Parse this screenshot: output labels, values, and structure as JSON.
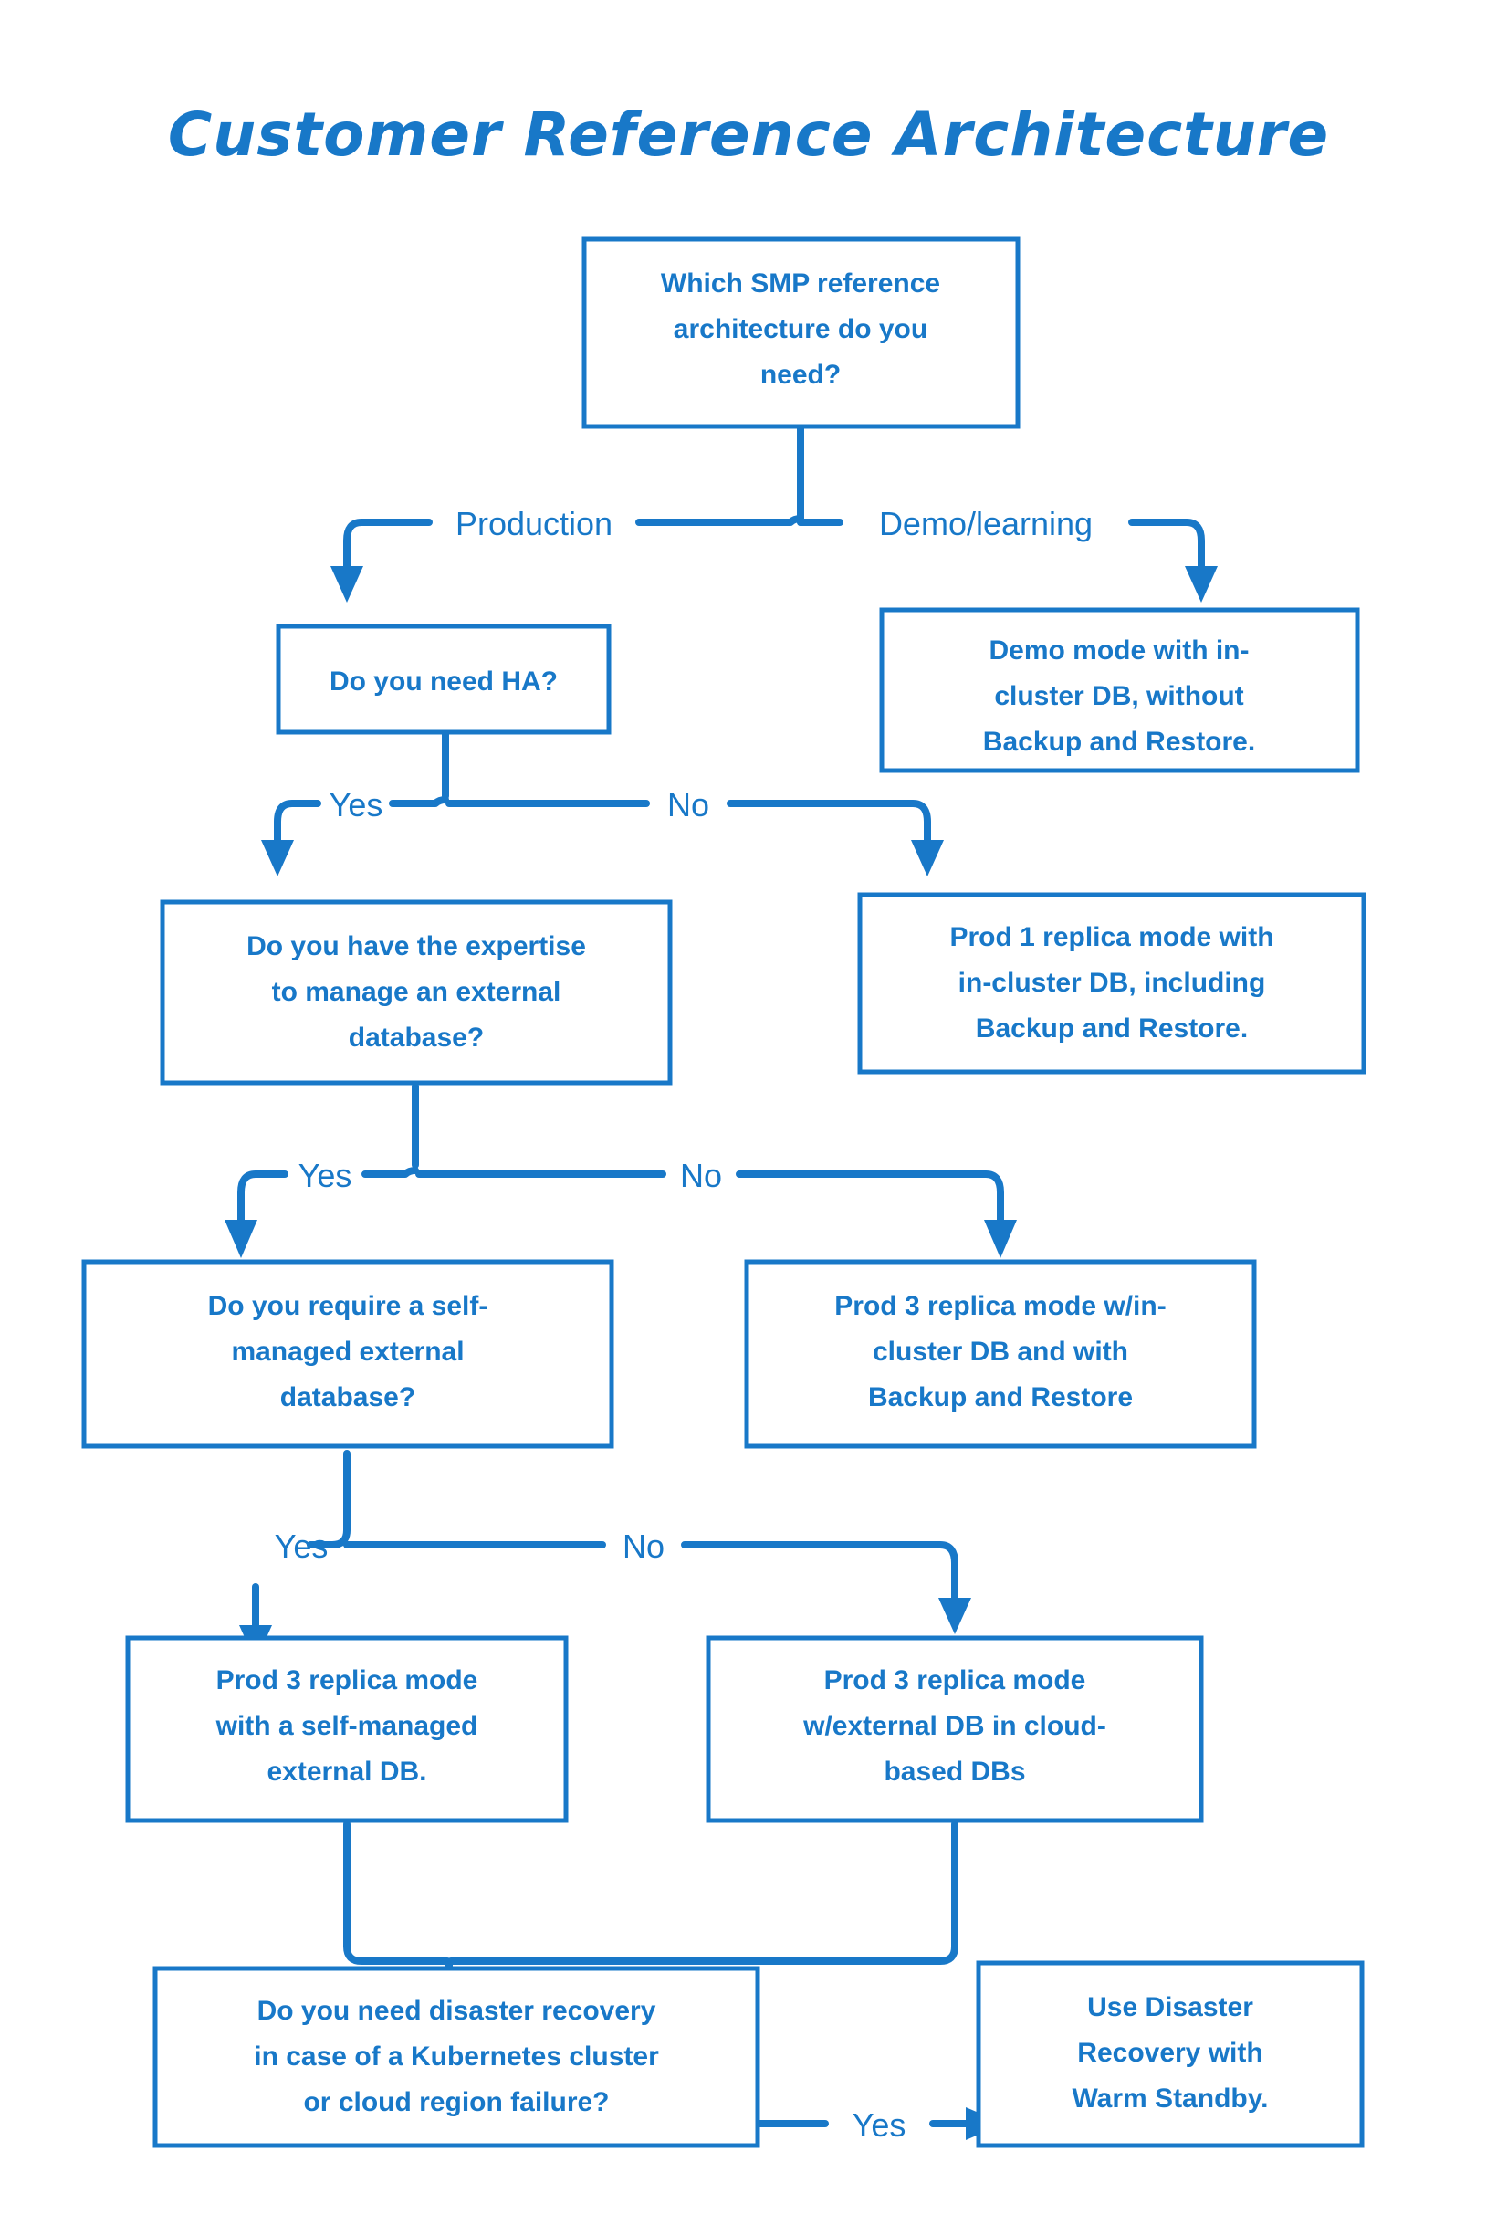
{
  "title": "Customer Reference Architecture",
  "colors": {
    "accent": "#1878C8",
    "background": "#ffffff",
    "box_border": "#1878C8",
    "text": "#1878C8"
  },
  "chart_data": {
    "type": "diagram",
    "diagram_kind": "decision-flowchart",
    "title": "Customer Reference Architecture",
    "nodes": [
      {
        "id": "q1",
        "kind": "decision",
        "lines": [
          "Which SMP reference",
          "architecture do you",
          "need?"
        ]
      },
      {
        "id": "q2",
        "kind": "decision",
        "lines": [
          "Do you need HA?"
        ]
      },
      {
        "id": "r1",
        "kind": "outcome",
        "lines": [
          "Demo mode with in-",
          "cluster DB, without",
          "Backup and Restore."
        ]
      },
      {
        "id": "q3",
        "kind": "decision",
        "lines": [
          "Do you have the expertise",
          "to manage an external",
          "database?"
        ]
      },
      {
        "id": "r2",
        "kind": "outcome",
        "lines": [
          "Prod 1 replica mode with",
          "in-cluster DB, including",
          "Backup and Restore."
        ]
      },
      {
        "id": "q4",
        "kind": "decision",
        "lines": [
          "Do you require a self-",
          "managed external",
          "database?"
        ]
      },
      {
        "id": "r3",
        "kind": "outcome",
        "lines": [
          "Prod 3 replica mode w/in-",
          "cluster DB and with",
          "Backup and Restore"
        ]
      },
      {
        "id": "r4",
        "kind": "outcome",
        "lines": [
          "Prod 3 replica mode",
          "with a self-managed",
          "external DB."
        ]
      },
      {
        "id": "r5",
        "kind": "outcome",
        "lines": [
          "Prod 3 replica mode",
          "w/external DB in cloud-",
          "based DBs"
        ]
      },
      {
        "id": "q5",
        "kind": "decision",
        "lines": [
          "Do you need disaster recovery",
          "in case of a Kubernetes cluster",
          "or cloud region failure?"
        ]
      },
      {
        "id": "r6",
        "kind": "outcome",
        "lines": [
          "Use Disaster",
          "Recovery with",
          "Warm Standby."
        ]
      }
    ],
    "edges": [
      {
        "from": "q1",
        "to": "q2",
        "label": "Production"
      },
      {
        "from": "q1",
        "to": "r1",
        "label": "Demo/learning"
      },
      {
        "from": "q2",
        "to": "q3",
        "label": "Yes"
      },
      {
        "from": "q2",
        "to": "r2",
        "label": "No"
      },
      {
        "from": "q3",
        "to": "q4",
        "label": "Yes"
      },
      {
        "from": "q3",
        "to": "r3",
        "label": "No"
      },
      {
        "from": "q4",
        "to": "r4",
        "label": "Yes"
      },
      {
        "from": "q4",
        "to": "r5",
        "label": "No"
      },
      {
        "from": "r4",
        "to": "q5",
        "label": ""
      },
      {
        "from": "r5",
        "to": "q5",
        "label": ""
      },
      {
        "from": "q5",
        "to": "r6",
        "label": "Yes"
      }
    ]
  },
  "nodes": {
    "q1": {
      "line1": "Which SMP reference",
      "line2": "architecture do you",
      "line3": "need?"
    },
    "q2": {
      "line1": "Do you need HA?"
    },
    "r1": {
      "line1": "Demo mode with in-",
      "line2": "cluster DB, without",
      "line3": "Backup and Restore."
    },
    "q3": {
      "line1": "Do you have the expertise",
      "line2": "to manage an external",
      "line3": "database?"
    },
    "r2": {
      "line1": "Prod 1 replica mode with",
      "line2": "in-cluster DB, including",
      "line3": "Backup and Restore."
    },
    "q4": {
      "line1": "Do you require a self-",
      "line2": "managed external",
      "line3": "database?"
    },
    "r3": {
      "line1": "Prod 3 replica mode w/in-",
      "line2": "cluster DB and with",
      "line3": "Backup and Restore"
    },
    "r4": {
      "line1": "Prod 3 replica mode",
      "line2": "with a self-managed",
      "line3": "external DB."
    },
    "r5": {
      "line1": "Prod 3 replica mode",
      "line2": "w/external DB in cloud-",
      "line3": "based DBs"
    },
    "q5": {
      "line1": "Do you need disaster recovery",
      "line2": "in case of a Kubernetes cluster",
      "line3": "or cloud region failure?"
    },
    "r6": {
      "line1": "Use Disaster",
      "line2": "Recovery with",
      "line3": "Warm Standby."
    }
  },
  "edge_labels": {
    "production": "Production",
    "demo_learning": "Demo/learning",
    "ha_yes": "Yes",
    "ha_no": "No",
    "expertise_yes": "Yes",
    "expertise_no": "No",
    "selfmanaged_yes": "Yes",
    "selfmanaged_no": "No",
    "dr_yes": "Yes"
  }
}
